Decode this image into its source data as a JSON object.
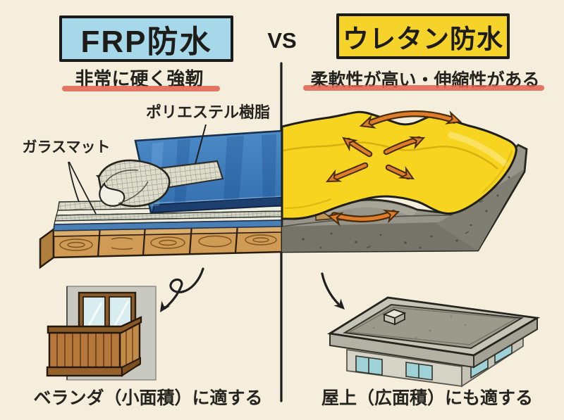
{
  "page": {
    "background_color": "#f5eedd",
    "ink_color": "#1f1f1f"
  },
  "header": {
    "left": {
      "title": "FRP防水",
      "subtitle": "非常に硬く強靭",
      "box_bg": "#a7d8e9"
    },
    "vs": "VS",
    "right": {
      "title": "ウレタン防水",
      "subtitle": "柔軟性が高い・伸縮性がある",
      "box_bg": "#f5d32b"
    },
    "underline_color": "#e2604e"
  },
  "diagram": {
    "labels": {
      "polyester_resin": "ポリエステル樹脂",
      "glass_mat": "ガラスマット"
    },
    "colors": {
      "frp_resin_blue": "#3f7dbd",
      "urethane_yellow": "#f6d41f",
      "flex_arrow_orange": "#df7d2a",
      "wood_base": "#cf9b55",
      "concrete_base": "#979589",
      "glass_mat_mesh": "#deddcc"
    }
  },
  "footer": {
    "left_caption": "ベランダ（小面積）に適する",
    "right_caption": "屋上（広面積）にも適する"
  }
}
